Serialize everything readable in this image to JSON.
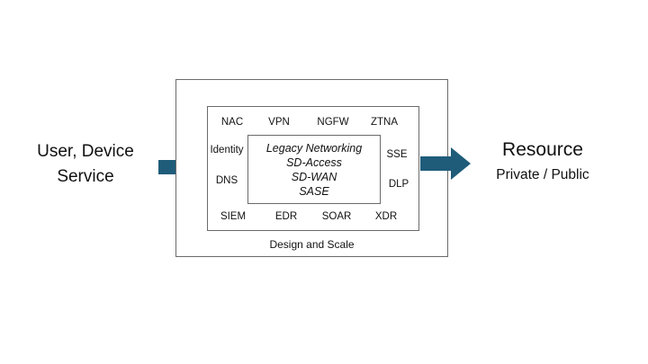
{
  "left": {
    "line1": "User, Device",
    "line2": "Service"
  },
  "right": {
    "title": "Resource",
    "subtitle": "Private / Public"
  },
  "outer_box": {
    "caption": "Design and Scale"
  },
  "security_services": {
    "top": [
      "NAC",
      "VPN",
      "NGFW",
      "ZTNA"
    ],
    "left": [
      "Identity",
      "DNS"
    ],
    "right": [
      "SSE",
      "DLP"
    ],
    "bottom": [
      "SIEM",
      "EDR",
      "SOAR",
      "XDR"
    ]
  },
  "core": {
    "lines": [
      "Legacy Networking",
      "SD-Access",
      "SD-WAN",
      "SASE"
    ]
  },
  "colors": {
    "arrow": "#1f5c7a",
    "border": "#6b6b6b"
  }
}
